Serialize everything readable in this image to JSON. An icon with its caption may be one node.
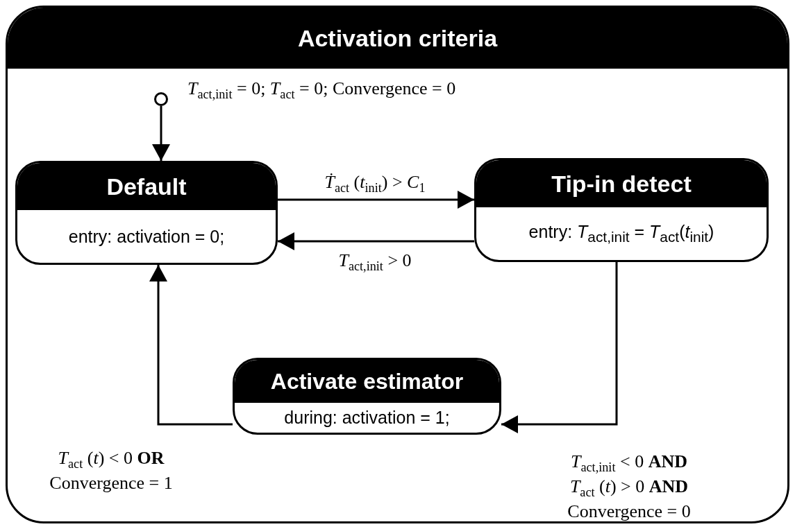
{
  "diagram": {
    "nodes": [
      {
        "text": [
          "Activation criteria"
        ]
      },
      {
        "text": [],
        "shape": "circle",
        "in": 0
      },
      {
        "text": [
          "Default",
          "entry: activation = 0;"
        ],
        "in": 0
      },
      {
        "text": [
          "Tip-in detect",
          "entry: *T*$_{act,init}$ = *T*$_{act}$(*t*$_{init}$)"
        ],
        "in": 0
      },
      {
        "text": [
          "Activate estimator",
          "during: activation = 1;"
        ],
        "in": 0
      }
    ],
    "edges": [
      {
        "from": 1,
        "to": 2,
        "arrow": "to",
        "label": "*T*$_{act,init}$ = 0; *T*$_{act}$ = 0; Convergence = 0"
      },
      {
        "from": 2,
        "to": 3,
        "arrow": "to",
        "label": "*Ṫ*$_{act}$ (*t*$_{init}$) > *C*$_{1}$"
      },
      {
        "from": 3,
        "to": 2,
        "arrow": "to",
        "label": "*T*$_{act,init}$ > 0"
      },
      {
        "from": 3,
        "to": 4,
        "arrow": "to",
        "label": "*T*$_{act,init}$ < 0 **AND** *T*$_{act}$ (*t*) > 0 **AND** Convergence = 0"
      },
      {
        "from": 4,
        "to": 2,
        "arrow": "to",
        "label": "*T*$_{act}$ (*t*) < 0 **OR** Convergence = 1"
      }
    ]
  }
}
